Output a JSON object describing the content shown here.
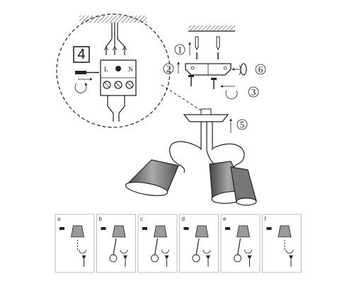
{
  "callout": {
    "step_label": "4",
    "terminals": [
      "L",
      "N"
    ]
  },
  "steps": {
    "s1": "1",
    "s2": "2",
    "s3": "3",
    "s5": "5",
    "s6": "6"
  },
  "bulb_steps": [
    "a",
    "b",
    "c",
    "d",
    "e",
    "f"
  ],
  "colors": {
    "line": "#222222",
    "panel_border": "#bbbbbb",
    "shade_fill": "#9a9a9a"
  }
}
